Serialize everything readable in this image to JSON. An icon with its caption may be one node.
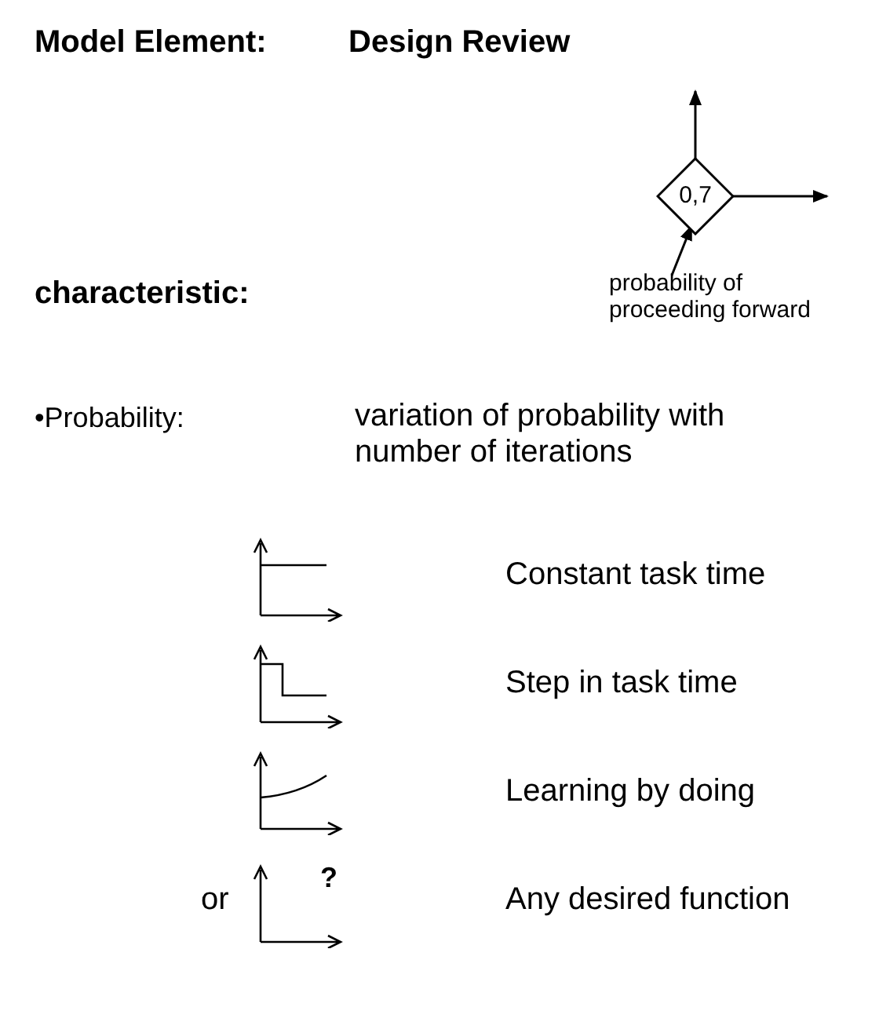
{
  "diagram": {
    "nodes": [
      {
        "text": [
          "0,7"
        ]
      },
      {
        "text": [
          "probability of proceeding forward"
        ]
      }
    ],
    "edges": [
      {
        "from": 0,
        "to": null,
        "arrow": "to"
      },
      {
        "from": 0,
        "to": null,
        "arrow": "to"
      },
      {
        "from": 1,
        "to": 0,
        "arrow": "to"
      }
    ],
    "labels": [
      "Model Element:",
      "Design Review",
      "characteristic:",
      "•Probability:",
      "variation of probability with number of iterations",
      "Constant task time",
      "Step in task time",
      "Learning by doing",
      "or",
      "?",
      "Any desired function"
    ]
  }
}
